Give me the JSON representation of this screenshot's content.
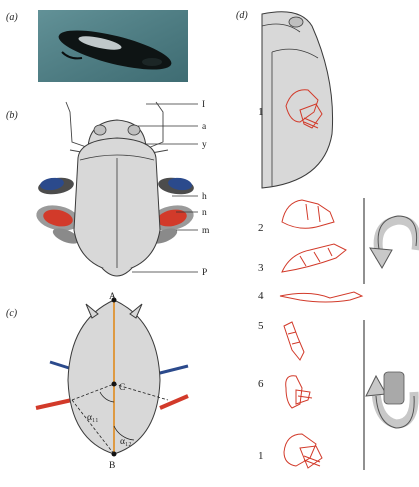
{
  "panels": {
    "a": {
      "label": "(a)"
    },
    "b": {
      "label": "(b)",
      "callouts": [
        "I",
        "a",
        "y",
        "h",
        "n",
        "m",
        "P"
      ]
    },
    "c": {
      "label": "(c)",
      "points": {
        "top": "A",
        "center": "C",
        "bottom": "B"
      },
      "angles": {
        "first": "α₁₁",
        "second": "α₁₂"
      }
    },
    "d": {
      "label": "(d)",
      "steps": [
        "1",
        "2",
        "3",
        "4",
        "5",
        "6",
        "1"
      ]
    }
  },
  "colors": {
    "body": "#d8d8d8",
    "leg_red": "#d23a2a",
    "leg_blue": "#2b4a8c",
    "axis_orange": "#e08a1e",
    "arrow_gray": "#c8c8c8",
    "photo_bg": "#4f7f86"
  },
  "icons": {
    "rotate_top": "clockwise-rotation-arrow-icon",
    "rotate_bottom": "counterclockwise-rotation-arrow-icon"
  }
}
